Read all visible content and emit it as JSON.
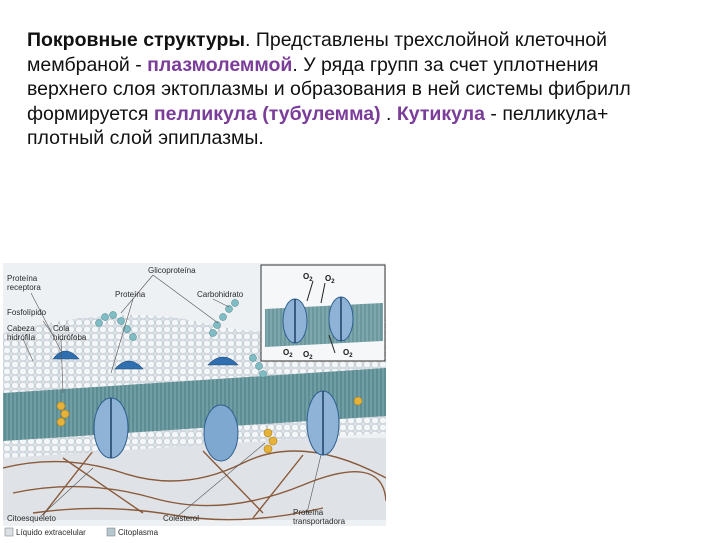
{
  "paragraph": {
    "t1": "Покровные структуры",
    "t2": ". Представлены трехслойной клеточной мембраной - ",
    "t3": "плазмолеммой",
    "t4": ". У ряда групп за счет уплотнения верхнего слоя эктоплазмы и образования в ней системы фибрилл формируется ",
    "t5": "пелликула (тубулемма)",
    "t6": " . ",
    "t7": "Кутикула",
    "t8": " - пелликула+ плотный слой эпиплазмы."
  },
  "figure": {
    "labels": {
      "proteina_receptora": [
        "Proteína",
        "receptora"
      ],
      "glicoproteina": "Glicoproteína",
      "proteina": "Proteína",
      "carbohidrato": "Carbohidrato",
      "fosfolipido": "Fosfolípido",
      "cabeza": [
        "Cabeza",
        "hidrófila"
      ],
      "cola": [
        "Cola",
        "hidrófoba"
      ],
      "citoesqueleto": "Citoesqueleto",
      "colesterol": "Colesterol",
      "proteina_transportadora": [
        "Proteína",
        "transportadora"
      ],
      "liquido_extracelular": "Líquido extracelular",
      "citoplasma": "Citoplasma",
      "o2": "O",
      "o2_sub": "2"
    },
    "colors": {
      "membrane_top": "#e9eef2",
      "membrane_side": "#5f8f96",
      "protein_blue": "#2f6fb0",
      "fiber": "#8a5a3a",
      "cholesterol": "#e6b23a"
    }
  }
}
